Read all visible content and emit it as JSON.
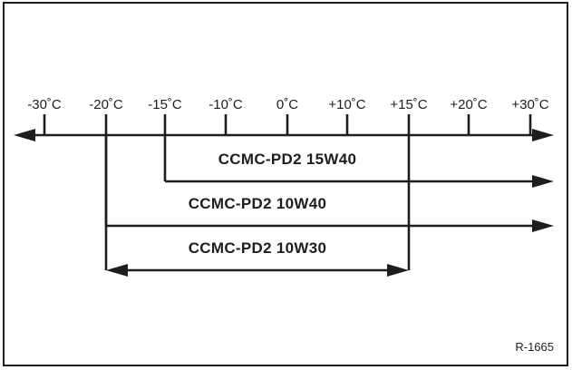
{
  "scale": {
    "ticks": [
      {
        "label": "-30˚C",
        "value": -30
      },
      {
        "label": "-20˚C",
        "value": -20
      },
      {
        "label": "-15˚C",
        "value": -15
      },
      {
        "label": "-10˚C",
        "value": -10
      },
      {
        "label": "0˚C",
        "value": 0
      },
      {
        "label": "+10˚C",
        "value": 10
      },
      {
        "label": "+15˚C",
        "value": 15
      },
      {
        "label": "+20˚C",
        "value": 20
      },
      {
        "label": "+30˚C",
        "value": 30
      }
    ]
  },
  "ranges": [
    {
      "label": "CCMC-PD2 15W40",
      "from": -15,
      "to": null
    },
    {
      "label": "CCMC-PD2 10W40",
      "from": -20,
      "to": null
    },
    {
      "label": "CCMC-PD2 10W30",
      "from": -20,
      "to": 15
    }
  ],
  "reference": "R-1665",
  "colors": {
    "ink": "#1e1e1e",
    "paper": "#ffffff"
  }
}
